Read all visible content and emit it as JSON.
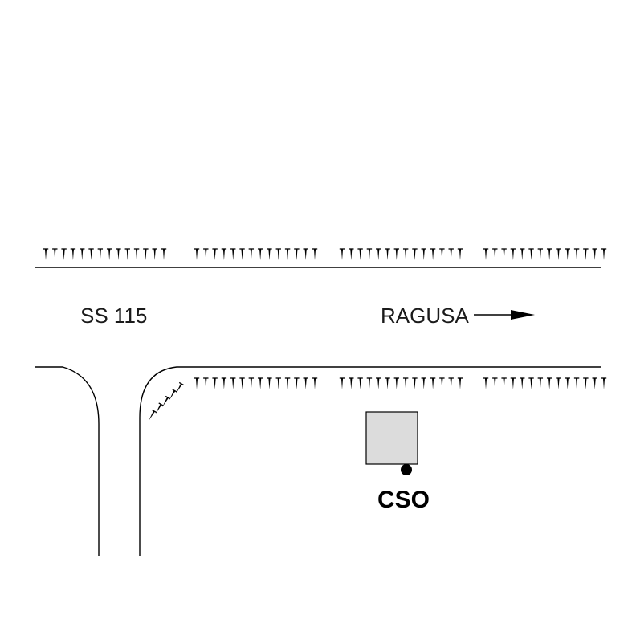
{
  "map": {
    "road_name": "SS 115",
    "direction_label": "RAGUSA",
    "direction": "east",
    "site": {
      "label": "CSO",
      "building_color": "#dcdcdc",
      "marker_color": "#000000"
    },
    "colors": {
      "background": "#ffffff",
      "line": "#000000"
    },
    "features": [
      "road-edge-north",
      "road-edge-south",
      "side-road",
      "embankment-hatching",
      "building",
      "direction-arrow"
    ]
  }
}
